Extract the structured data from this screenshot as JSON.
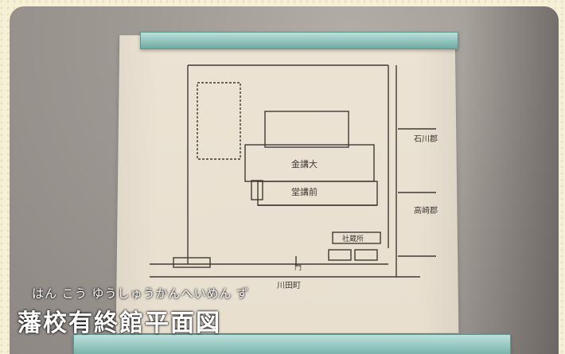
{
  "caption": {
    "furigana": "はん こう ゆうしゅうかんへいめん ず",
    "title": "藩校有終館平面図"
  },
  "document": {
    "labels": {
      "building_main": "金講大",
      "building_hall": "堂講前",
      "storehouse": "社蔵所",
      "gate": "門",
      "street_bottom": "川田町",
      "street_right_upper": "石川郡",
      "street_right_lower": "高崎郡"
    }
  },
  "colors": {
    "background": "#f4f1d6",
    "paper": "#e8dfcf",
    "ink": "#3a3530",
    "glass": "#8ec3bb"
  }
}
